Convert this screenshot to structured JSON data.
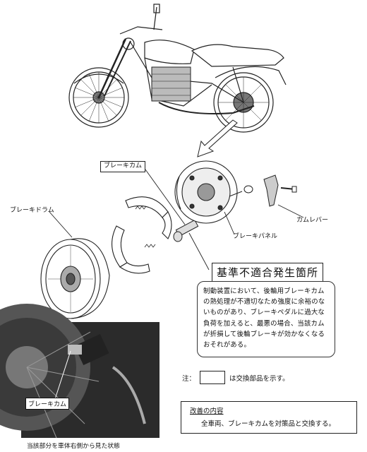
{
  "labels": {
    "brake_cam": "ブレーキカム",
    "brake_drum": "ブレーキドラム",
    "cam_lever": "カムレバー",
    "brake_panel": "ブレーキパネル",
    "defect_location": "基準不適合発生箇所"
  },
  "description": "制動装置において、後輪用ブレーキカムの熱処理が不適切なため強度に余裕のないものがあり、ブレーキペダルに過大な負荷を加えると、最悪の場合、当該カムが折損して後輪ブレーキが効かなくなるおそれがある。",
  "note": {
    "prefix": "注：",
    "suffix": "は交換部品を示す。"
  },
  "remedy": {
    "title": "改善の内容",
    "text": "全車両、ブレーキカムを対策品と交換する。"
  },
  "photo": {
    "label": "ブレーキカム",
    "caption": "当該部分を車体右側から見た状態"
  }
}
